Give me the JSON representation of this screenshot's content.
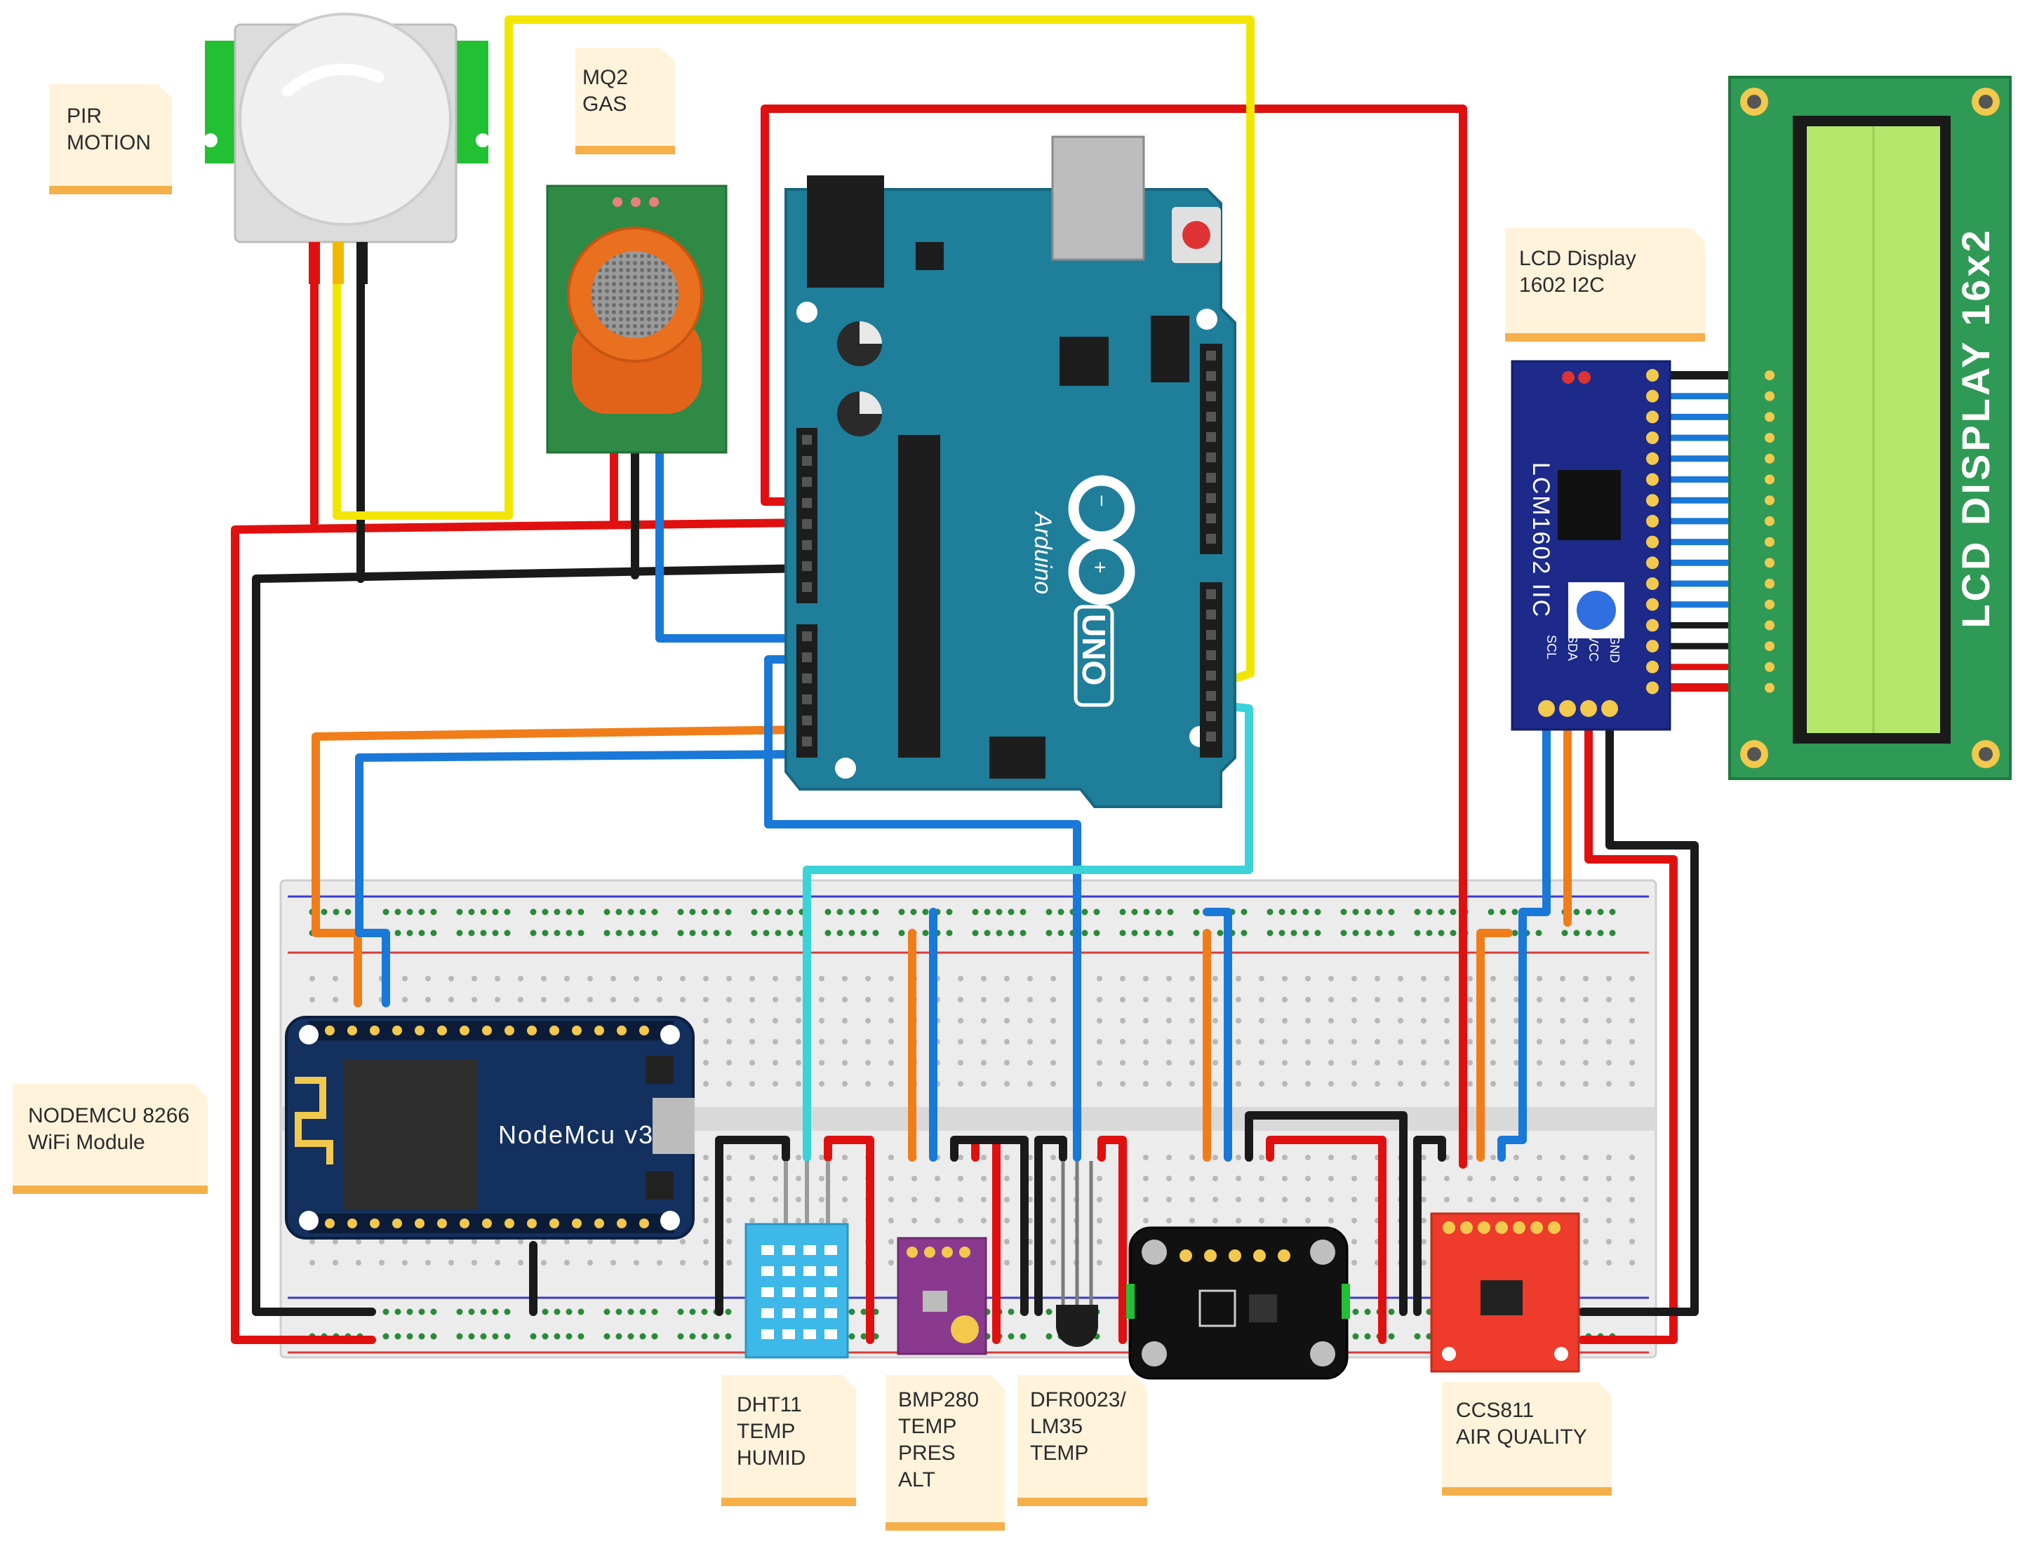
{
  "notes": {
    "pir": [
      "PIR",
      "MOTION"
    ],
    "mq2": [
      "MQ2",
      "GAS"
    ],
    "lcd": [
      "LCD Display",
      "1602 I2C"
    ],
    "nodemcu": [
      "NODEMCU 8266",
      "WiFi Module"
    ],
    "dht11": [
      "DHT11",
      "TEMP",
      "HUMID"
    ],
    "bmp280": [
      "BMP280",
      "TEMP",
      "PRES",
      "ALT"
    ],
    "dfr": [
      "DFR0023/",
      "LM35",
      "TEMP"
    ],
    "ccs": [
      "CCS811",
      "AIR QUALITY"
    ]
  },
  "boards": {
    "arduino_brand": "Arduino",
    "arduino_model": "UNO",
    "nodemcu_label": "NodeMcu v3",
    "i2c_label": "LCM1602 IIC",
    "lcd_label": "LCD DISPLAY 16x2",
    "i2c_pins": [
      "GND",
      "VCC",
      "SDA",
      "SCL"
    ]
  },
  "colors": {
    "red_wire": "#e01010",
    "black_wire": "#1a1a1a",
    "yellow_wire": "#f2e600",
    "orange_wire": "#f07d1a",
    "blue_wire": "#1a78d8",
    "cyan_wire": "#39d3d8",
    "arduino": "#1f7e9a",
    "nodemcu": "#14305e",
    "lcd_board": "#2f9a55",
    "lcd_screen": "#b5e86a",
    "i2c_board": "#1d2a8a",
    "note": "#fff3dc",
    "note_shadow": "#f5b04a"
  }
}
